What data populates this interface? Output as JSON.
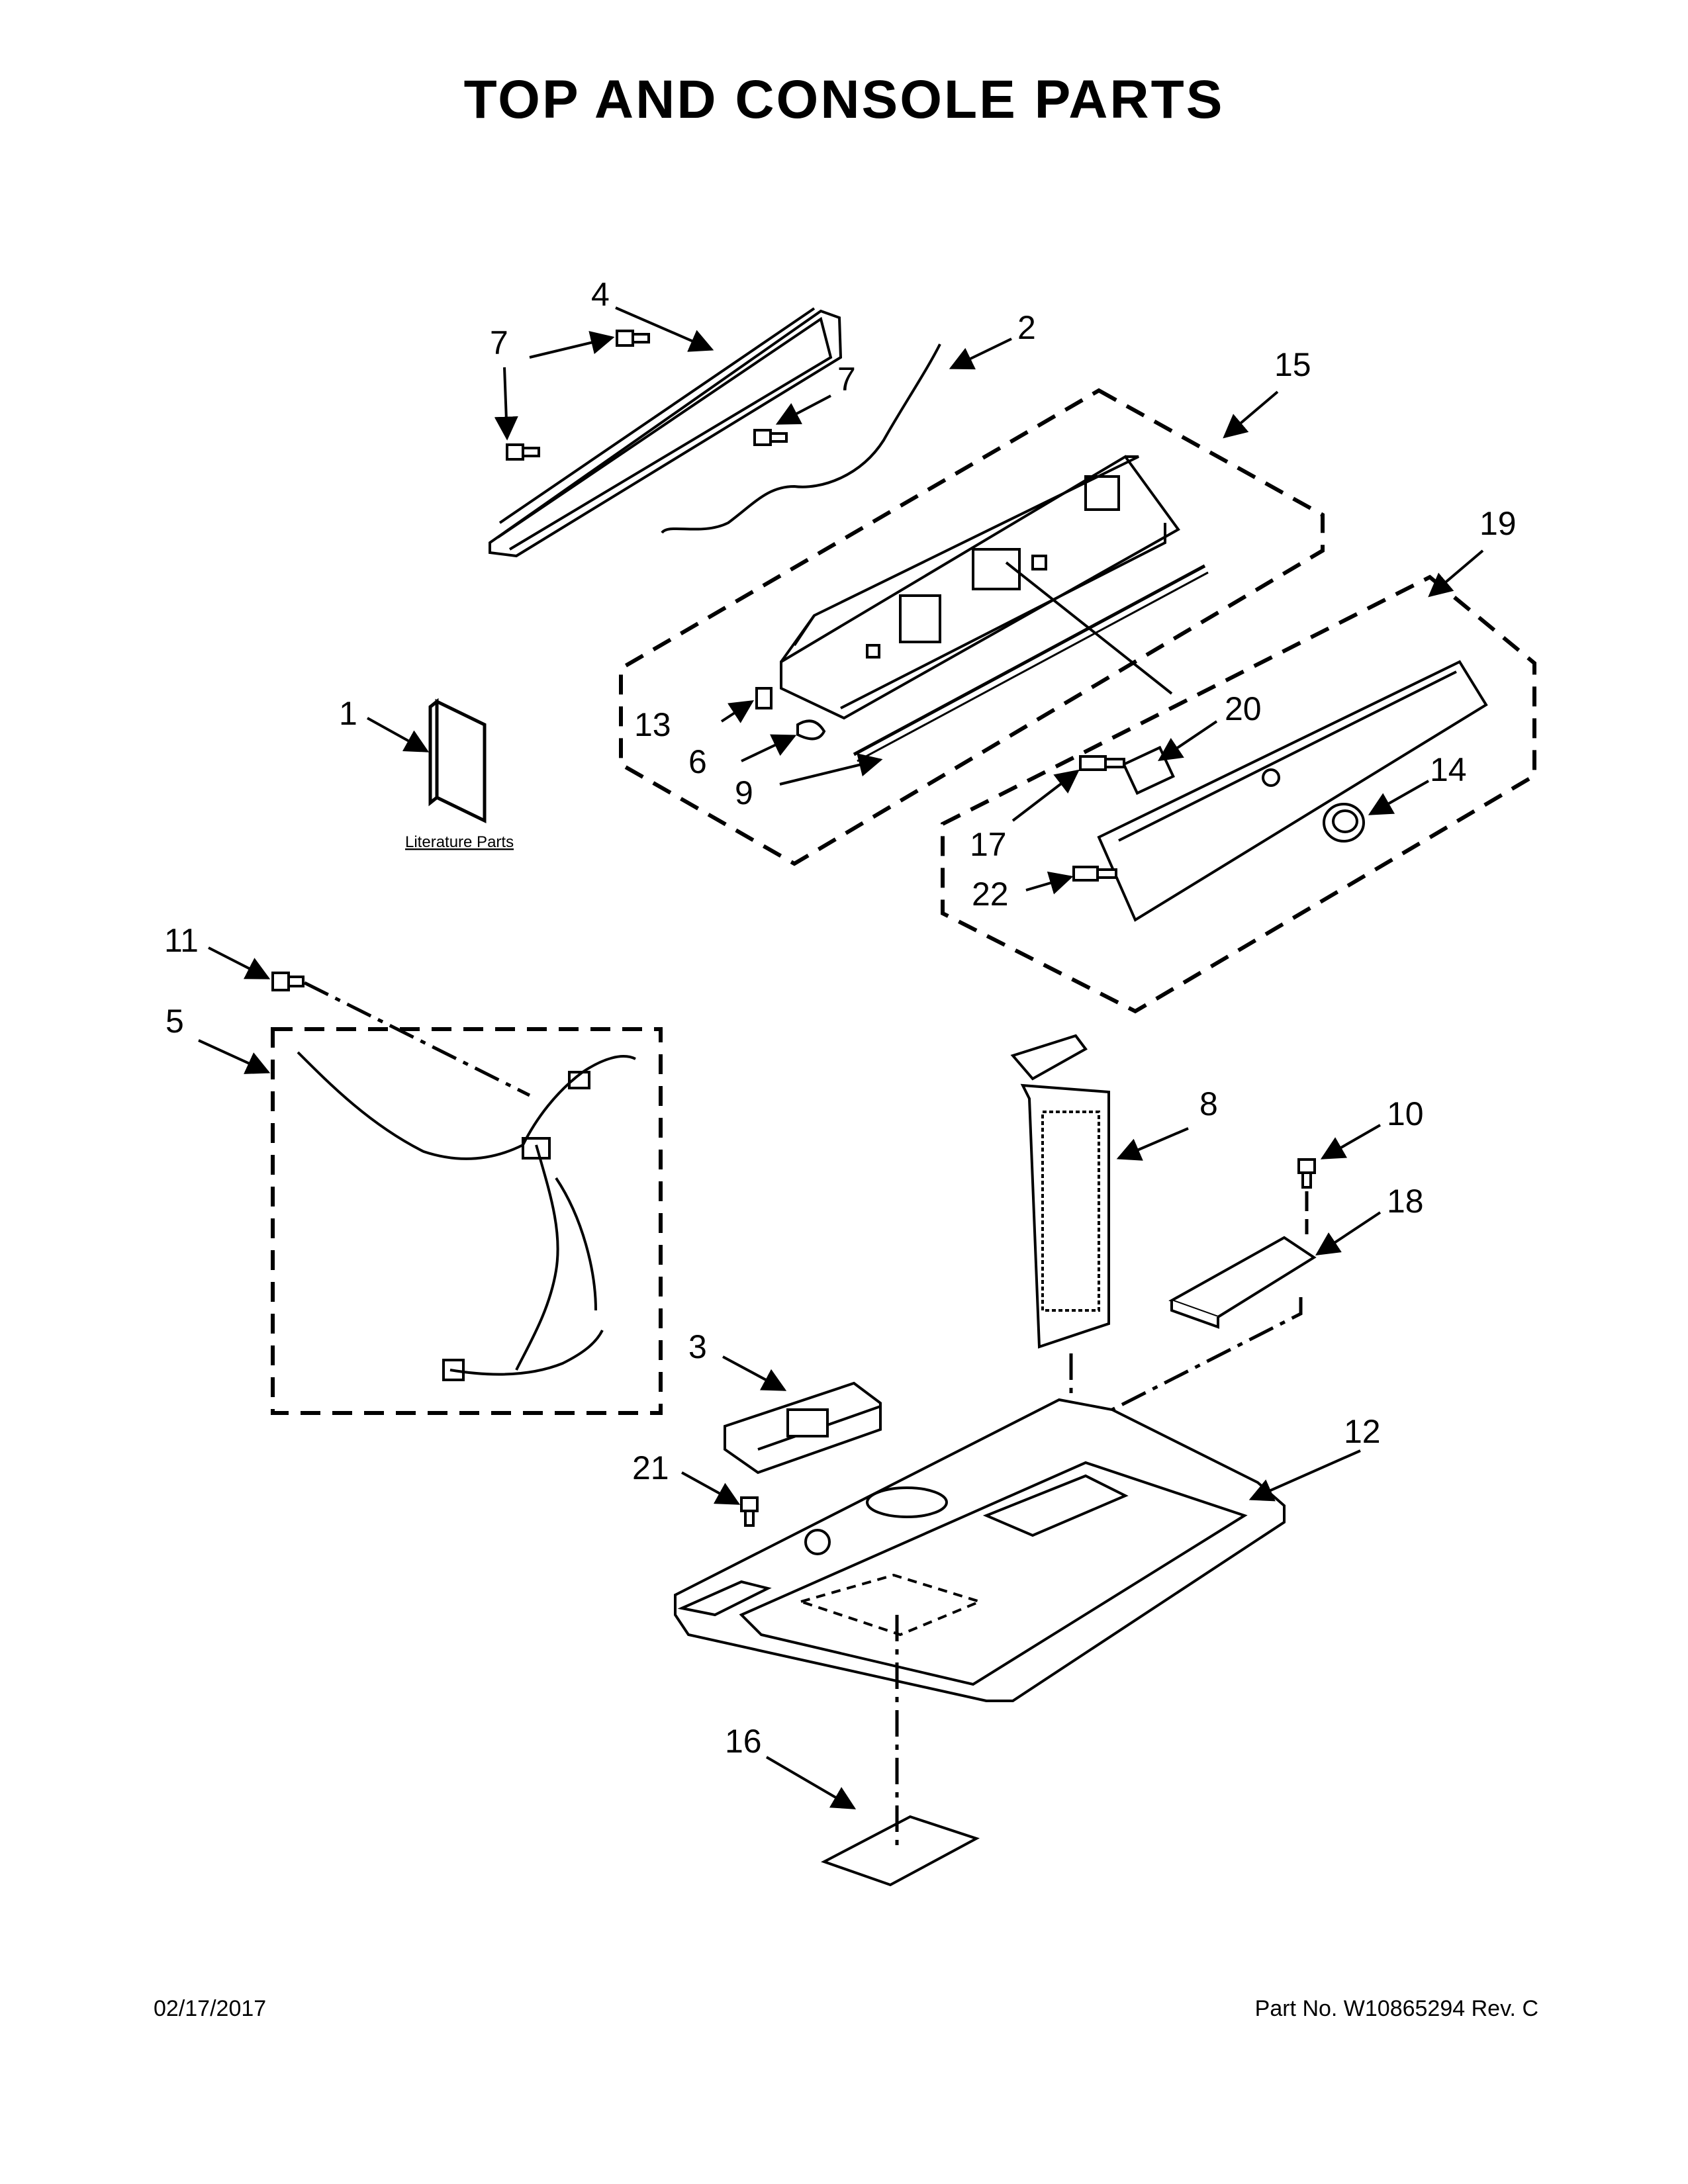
{
  "title": "TOP AND CONSOLE PARTS",
  "footer": {
    "date": "02/17/2017",
    "part_no": "Part No.  W10865294  Rev.  C"
  },
  "literature_label": "Literature Parts",
  "callouts": {
    "c1": "1",
    "c2": "2",
    "c3": "3",
    "c4": "4",
    "c5": "5",
    "c6": "6",
    "c7a": "7",
    "c7b": "7",
    "c8": "8",
    "c9": "9",
    "c10": "10",
    "c11": "11",
    "c12": "12",
    "c13": "13",
    "c14": "14",
    "c15": "15",
    "c16": "16",
    "c17": "17",
    "c18": "18",
    "c19": "19",
    "c20": "20",
    "c21": "21",
    "c22": "22"
  }
}
